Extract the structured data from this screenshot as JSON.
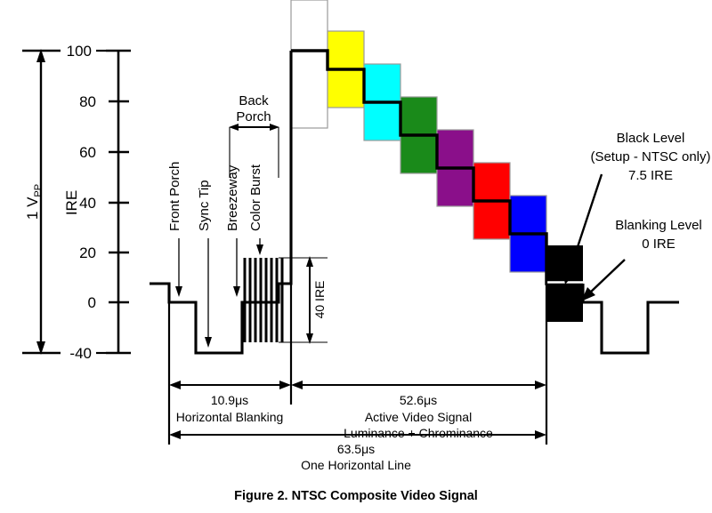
{
  "figure": {
    "caption": "Figure 2. NTSC Composite Video Signal"
  },
  "axis": {
    "name": "IRE",
    "ticks": [
      {
        "value": 100,
        "label": "100"
      },
      {
        "value": 80,
        "label": "80"
      },
      {
        "value": 60,
        "label": "60"
      },
      {
        "value": 40,
        "label": "40"
      },
      {
        "value": 20,
        "label": "20"
      },
      {
        "value": 0,
        "label": "0"
      },
      {
        "value": -40,
        "label": "-40"
      }
    ],
    "min": -40,
    "max": 100
  },
  "amplitude": {
    "label_main": "1 V",
    "label_sub": "PP",
    "from_ire": 100,
    "to_ire": -40
  },
  "callouts": [
    {
      "id": "front-porch",
      "label": "Front Porch"
    },
    {
      "id": "sync-tip",
      "label": "Sync Tip"
    },
    {
      "id": "breezeway",
      "label": "Breezeway"
    },
    {
      "id": "color-burst",
      "label": "Color Burst"
    }
  ],
  "back_porch": {
    "label_line1": "Back",
    "label_line2": "Porch"
  },
  "sync_dimension": {
    "label": "40 IRE",
    "from_ire": -40,
    "to_ire": 0
  },
  "level_annotations": [
    {
      "id": "black-level",
      "lines": [
        "Black Level",
        "(Setup - NTSC only)",
        "7.5 IRE"
      ],
      "ire": 7.5
    },
    {
      "id": "blanking-level",
      "lines": [
        "Blanking Level",
        "0 IRE"
      ],
      "ire": 0
    }
  ],
  "color_bars": {
    "description": "NTSC color bar staircase, descending luminance",
    "bars": [
      {
        "name": "white",
        "color": "#ffffff",
        "ire": 100.0,
        "outlined": true
      },
      {
        "name": "yellow",
        "color": "#ffff00",
        "ire": 85.0,
        "outlined": true
      },
      {
        "name": "cyan",
        "color": "#00ffff",
        "ire": 72.0,
        "outlined": true
      },
      {
        "name": "green",
        "color": "#1a8a1a",
        "ire": 59.0,
        "outlined": true
      },
      {
        "name": "magenta",
        "color": "#8a0f8a",
        "ire": 46.0,
        "outlined": true
      },
      {
        "name": "red",
        "color": "#ff0000",
        "ire": 33.0,
        "outlined": true
      },
      {
        "name": "blue",
        "color": "#0000ff",
        "ire": 20.0,
        "outlined": true
      },
      {
        "name": "black",
        "color": "#000000",
        "ire": 7.5,
        "outlined": false
      }
    ]
  },
  "timing": [
    {
      "id": "horizontal-blanking",
      "duration": "10.9μs",
      "lines": [
        "Horizontal Blanking"
      ]
    },
    {
      "id": "active-video",
      "duration": "52.6μs",
      "lines": [
        "Active Video Signal",
        "Luminance + Chrominance"
      ]
    },
    {
      "id": "one-horizontal-line",
      "duration": "63.5μs",
      "lines": [
        "One Horizontal Line"
      ]
    }
  ],
  "chart_data": {
    "type": "line",
    "title": "NTSC Composite Video Signal",
    "xlabel": "Time (one horizontal line, 63.5μs)",
    "ylabel": "IRE",
    "ylim": [
      -40,
      100
    ],
    "grid": false,
    "legend": "none",
    "levels": {
      "peak_white": 100,
      "black_level_setup": 7.5,
      "blanking_level": 0,
      "sync_tip": -40
    },
    "annotations": [
      "Front Porch",
      "Sync Tip",
      "Breezeway",
      "Color Burst",
      "Back Porch",
      "40 IRE",
      "Black Level (Setup - NTSC only) 7.5 IRE",
      "Blanking Level 0 IRE"
    ],
    "series": [
      {
        "name": "composite video waveform",
        "points_ire": [
          7.5,
          7.5,
          0,
          0,
          -40,
          -40,
          0,
          0,
          7.5,
          100,
          85,
          72,
          59,
          46,
          33,
          20,
          7.5,
          0,
          -40,
          -40,
          0,
          0
        ]
      }
    ],
    "color_bar_values_ire": [
      100,
      85,
      72,
      59,
      46,
      33,
      20,
      7.5
    ],
    "color_bar_names": [
      "white",
      "yellow",
      "cyan",
      "green",
      "magenta",
      "red",
      "blue",
      "black"
    ],
    "timing_us": {
      "horizontal_blanking": 10.9,
      "active_video": 52.6,
      "one_horizontal_line": 63.5
    }
  }
}
